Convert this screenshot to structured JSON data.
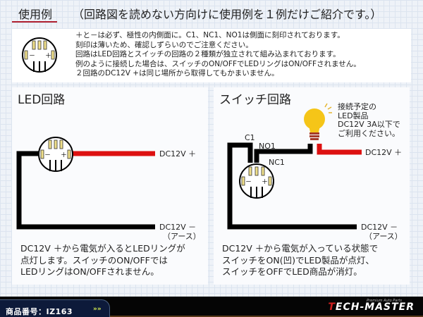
{
  "header": {
    "title": "使用例",
    "subtitle": "（回路図を読めない方向けに使用例を１例だけご紹介です。）"
  },
  "notes": {
    "lines": [
      "＋と－は必ず、極性の内側面に。C1、NC1、NO1は側面に刻印されております。",
      "刻印は薄いため、確認しずらいのでご注意ください。",
      "回路はLED回路とスイッチの回路の２種類が独立されて組み込まれております。",
      "例のように接続した場合は、スイッチのON/OFFでLEDリングはON/OFFされません。",
      "２回路のDC12V +は同じ場所から取得してもかまいません。"
    ],
    "icon": "switch-terminal-diagram-icon"
  },
  "led_panel": {
    "title": "LED回路",
    "plus_label": "DC12V ＋",
    "minus_label": "DC12V －",
    "ground_label": "（アース）",
    "desc": [
      "DC12V ＋から電気が入るとLEDリングが",
      "点灯します。スイッチのON/OFFでは",
      "LEDリングはON/OFFされません。"
    ]
  },
  "switch_panel": {
    "title": "スイッチ回路",
    "bulb_note": [
      "接続予定の",
      "LED製品",
      "DC12V 3A以下で",
      "ご利用ください。"
    ],
    "c1_label": "C1",
    "no1_label": "NO1",
    "nc1_label": "NC1",
    "plus_label": "DC12V ＋",
    "minus_label": "DC12V －",
    "ground_label": "（アース）",
    "desc": [
      "DC12V ＋から電気が入っている状態で",
      "スイッチをON(凹)でLED製品が点灯、",
      "スイッチをOFFでLED商品が消灯。"
    ]
  },
  "terminal": {
    "minus": "－",
    "plus": "＋"
  },
  "footer": {
    "product_number": "商品番号：IZ163",
    "arrows": "»»",
    "brand_t": "T",
    "brand_rest": "ECH-MASTER",
    "tagline": "Premium Auto Parts"
  },
  "colors": {
    "wire_black": "#000000",
    "wire_red": "#dd1111",
    "terminal_fill": "#f0e08a",
    "bulb": "#f5c518",
    "accent_underline": "#b02030",
    "footer_bg": "#050505",
    "footer_tab": "#0d1a3a"
  }
}
